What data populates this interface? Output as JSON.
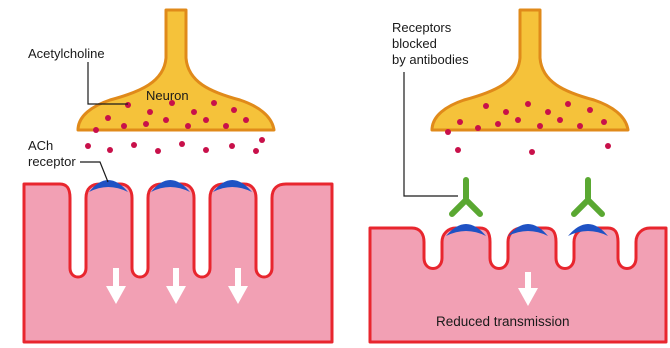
{
  "left_panel": {
    "acetylcholine_label": "Acetylcholine",
    "neuron_label": "Neuron",
    "receptor_label_line1": "ACh",
    "receptor_label_line2": "receptor"
  },
  "right_panel": {
    "blocked_label_line1": "Receptors",
    "blocked_label_line2": "blocked",
    "blocked_label_line3": "by antibodies",
    "reduced_label": "Reduced transmission"
  },
  "colors": {
    "neuron_fill": "#f5c23a",
    "neuron_stroke": "#e08a1a",
    "vesicle": "#c8104a",
    "muscle_fill": "#f2a0b4",
    "muscle_stroke": "#e8262e",
    "receptor": "#1f52c4",
    "antibody": "#5aa832",
    "arrow": "#ffffff"
  },
  "icons": [
    "neuron-terminal-icon",
    "acetylcholine-vesicle-icon",
    "ach-receptor-icon",
    "antibody-icon",
    "down-arrow-icon"
  ]
}
